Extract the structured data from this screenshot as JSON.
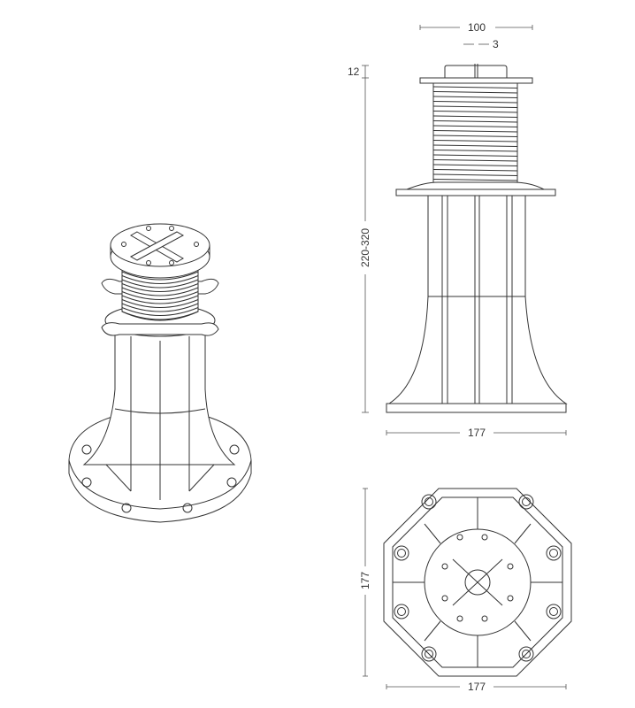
{
  "dimensions": {
    "head_width": "100",
    "slot_width": "3",
    "head_height": "12",
    "height_range": "220-320",
    "base_width_side": "177",
    "base_depth_top": "177",
    "base_width_top": "177"
  },
  "colors": {
    "line": "#333333",
    "background": "#ffffff"
  }
}
